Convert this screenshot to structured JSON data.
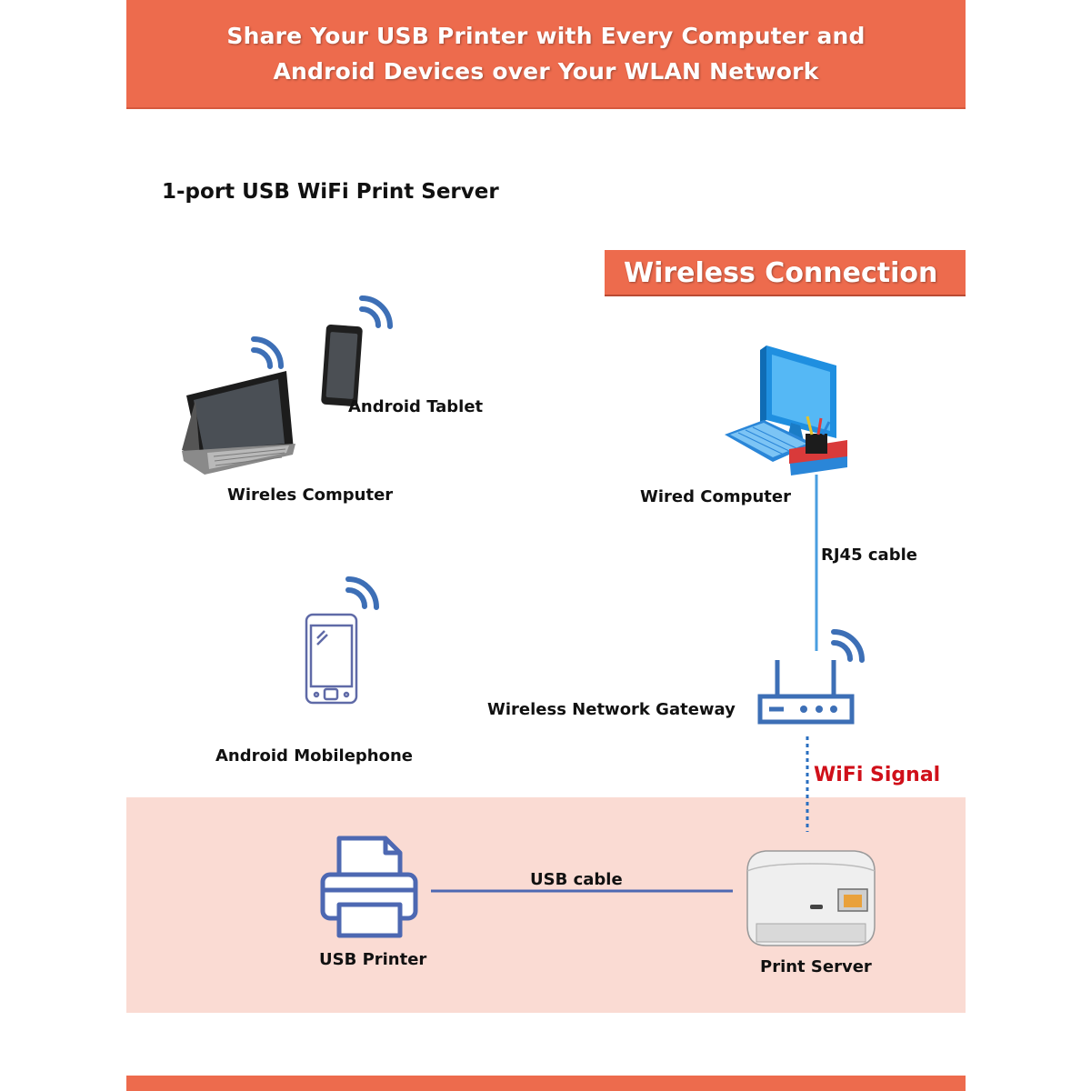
{
  "banner": {
    "line1": "Share Your USB Printer with Every Computer and",
    "line2": "Android Devices over Your WLAN Network"
  },
  "subtitle": "1-port USB WiFi Print Server",
  "connection_title": "Wireless Connection",
  "labels": {
    "android_tablet": "Android Tablet",
    "wireless_computer": "Wireles Computer",
    "wired_computer": "Wired Computer",
    "rj45_cable": "RJ45 cable",
    "android_mobilephone": "Android Mobilephone",
    "wireless_gateway": "Wireless Network Gateway",
    "wifi_signal": "WiFi Signal",
    "usb_cable": "USB cable",
    "usb_printer": "USB Printer",
    "print_server": "Print Server"
  },
  "colors": {
    "accent": "#ed6b4d",
    "pink_panel": "#fadbd3",
    "icon_blue": "#3d6fb6",
    "wifi_signal_red": "#d0101a"
  }
}
